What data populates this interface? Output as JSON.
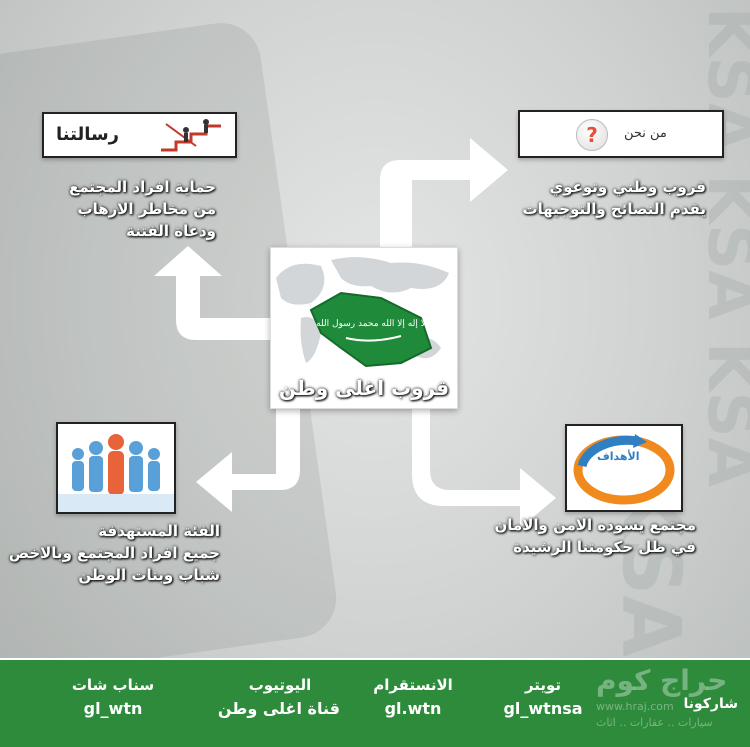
{
  "center": {
    "title": "قروب اغلى وطن",
    "flag_text": "لا إله إلا الله محمد رسول الله"
  },
  "boxes": {
    "message": {
      "label": "رسالتنا"
    },
    "who": {
      "label": "من نحن",
      "icon_glyph": "?"
    },
    "audience": {
      "label": ""
    },
    "goals": {
      "label": "الأهداف"
    }
  },
  "captions": {
    "message": [
      "حماية افراد المجتمع",
      "من مخاطر الارهاب",
      "ودعاة الفتنة"
    ],
    "who": [
      "قروب وطني وتوعوي",
      "يقدم النصائح والتوجيهات"
    ],
    "audience": [
      "الفئة المستهدفة",
      "جميع افراد المجتمع وبالاخص",
      "شباب وبنات الوطن"
    ],
    "goals": [
      "مجتمع يسوده الامن والامان",
      "في ظل حكومتنا الرشيدة"
    ]
  },
  "background_text": [
    "KSA KSA KSA",
    "KSA"
  ],
  "footer": {
    "share": "شاركونا",
    "columns": [
      {
        "platform": "تويتر",
        "handle": "gl_wtnsa"
      },
      {
        "platform": "الانستقرام",
        "handle": "gl.wtn"
      },
      {
        "platform": "اليوتيوب",
        "handle": "قناة اغلى وطن"
      },
      {
        "platform": "سناب شات",
        "handle": "gl_wtn"
      }
    ],
    "watermark": {
      "name": "حراج كوم",
      "url": "www.hraj.com",
      "tagline": "سيارات .. عقارات .. اثاث"
    }
  },
  "colors": {
    "footer_green": "#2e8b3c",
    "flag_green": "#1f8a3a",
    "arrow": "#ffffff"
  }
}
